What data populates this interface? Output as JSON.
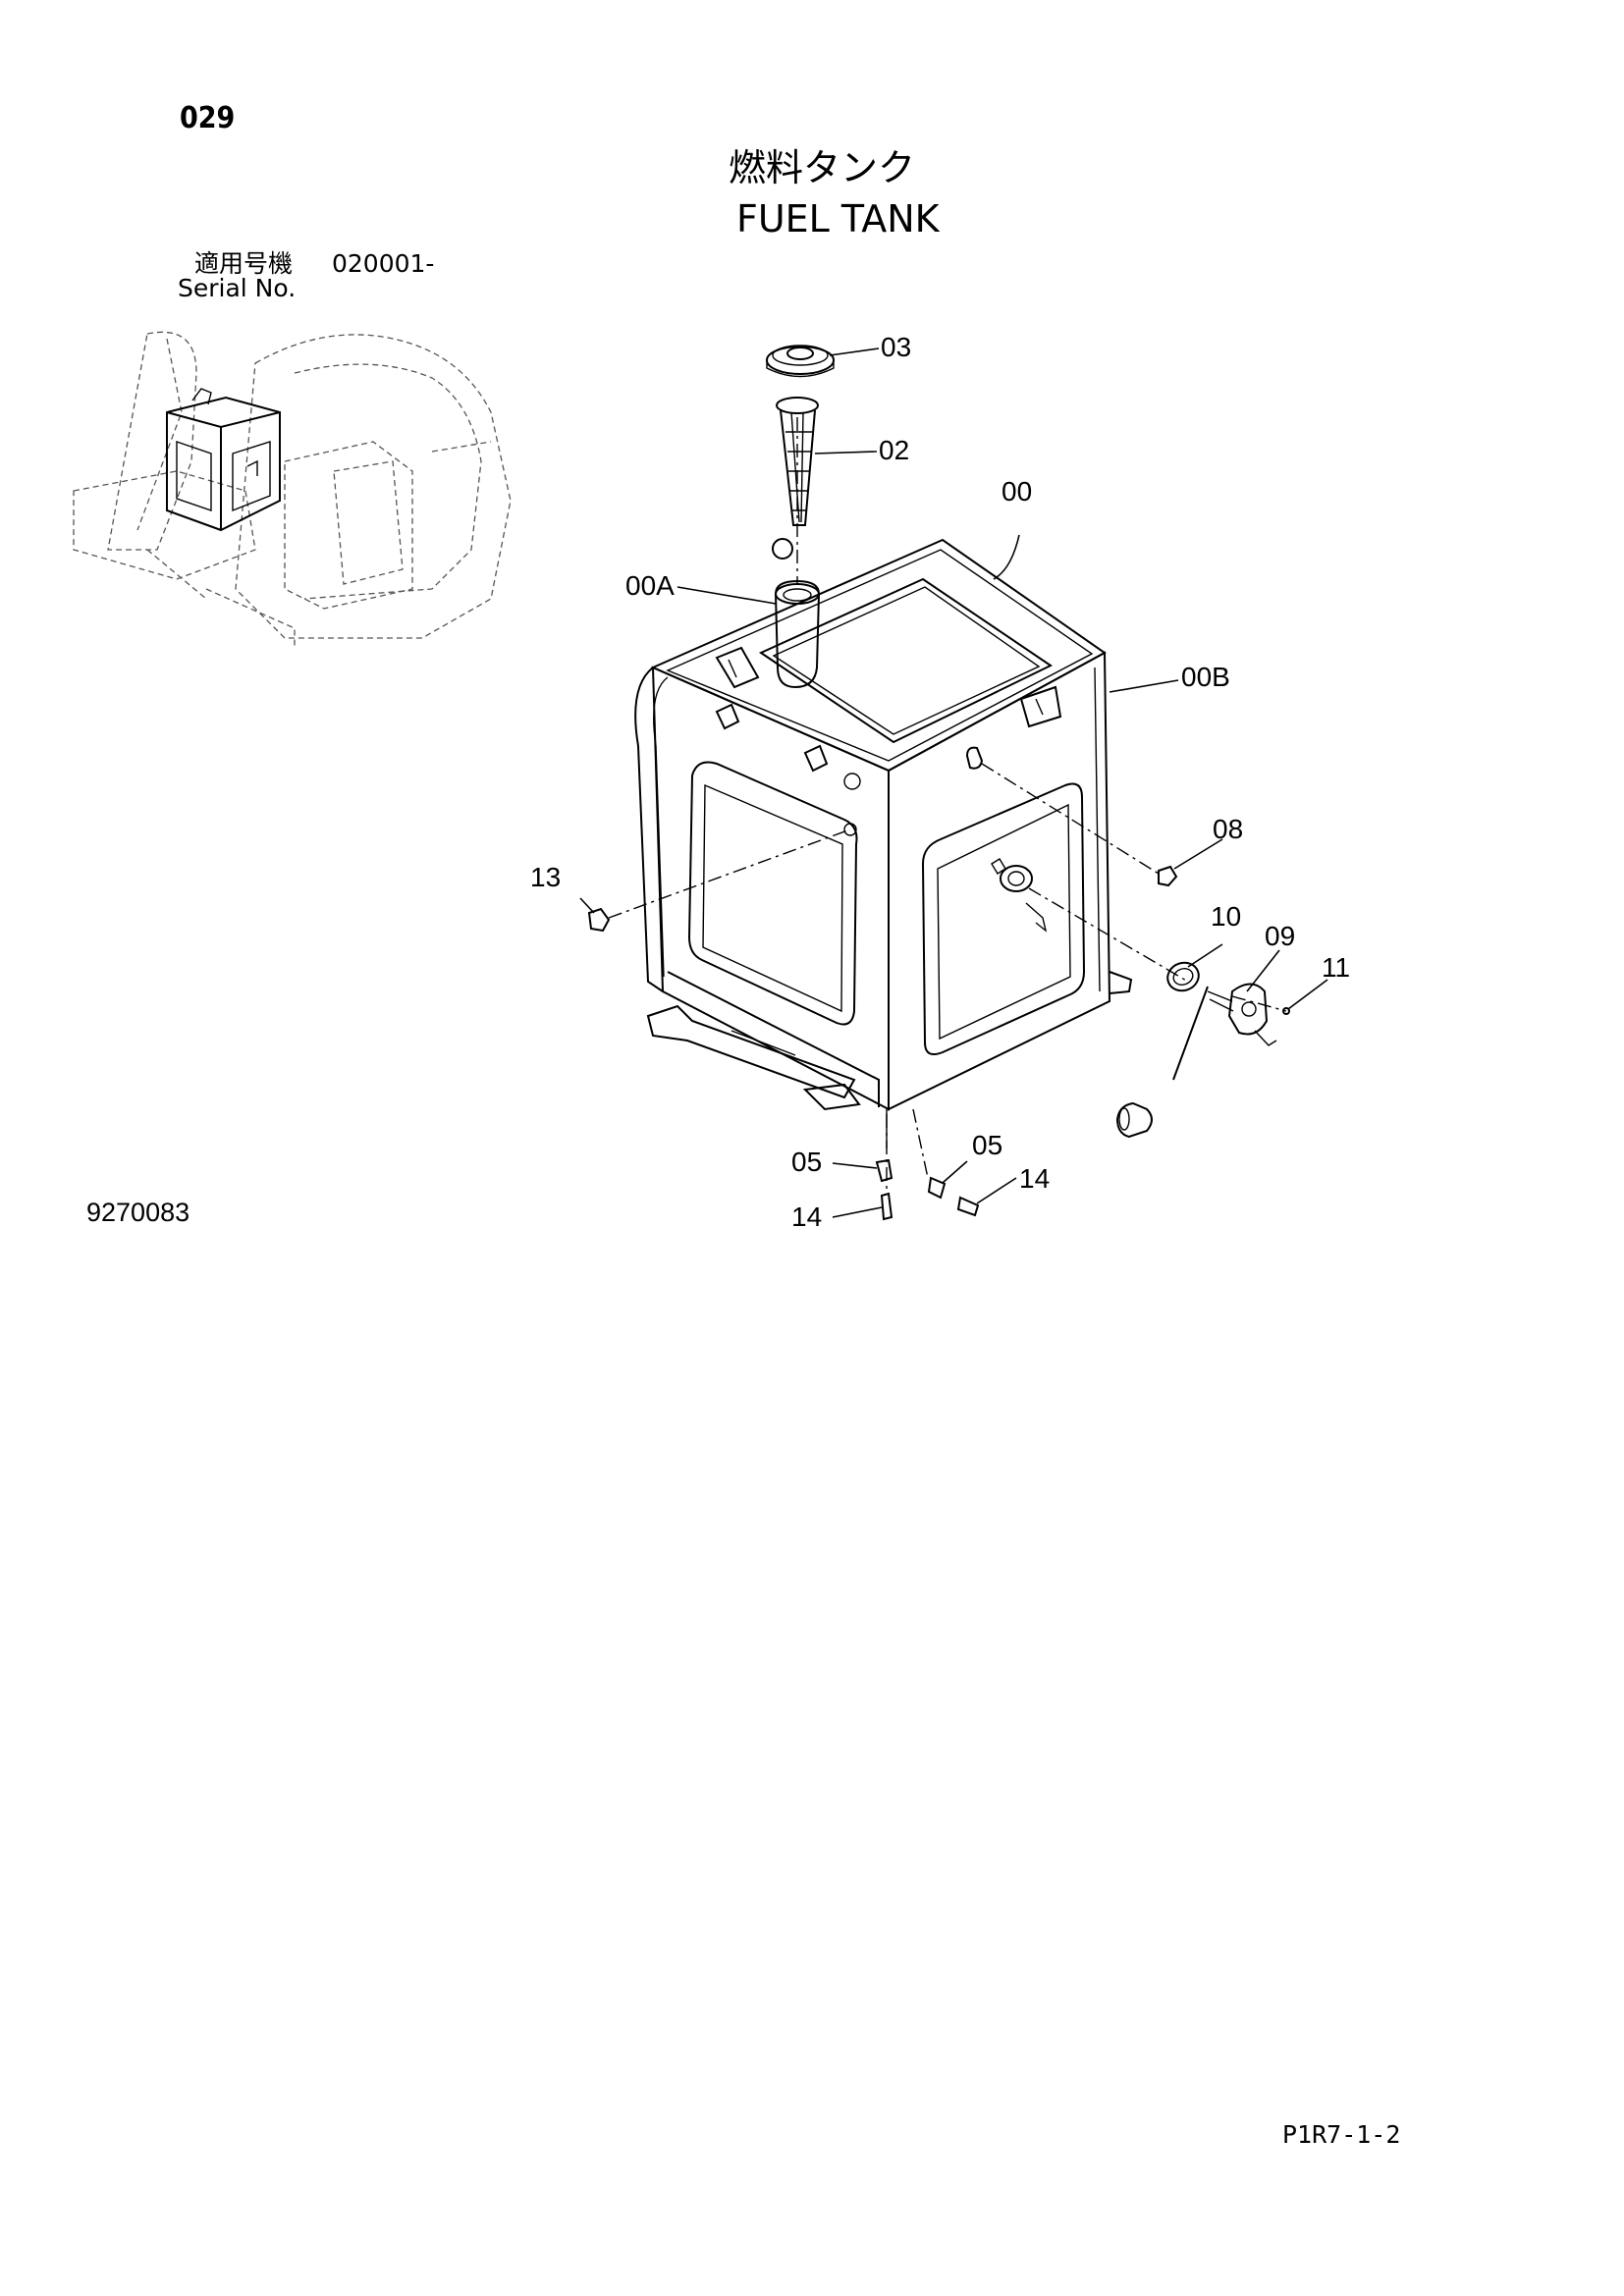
{
  "page": {
    "number": "029",
    "title_jp": "燃料タンク",
    "title_en": "FUEL TANK",
    "serial_label_jp": "適用号機",
    "serial_from": "020001-",
    "serial_label_en": "Serial No.",
    "drawing_number": "9270083",
    "page_ref": "P1R7-1-2"
  },
  "callouts": [
    "03",
    "02",
    "00",
    "00A",
    "00B",
    "08",
    "13",
    "10",
    "09",
    "11",
    "05",
    "05",
    "14",
    "14"
  ],
  "icons": [
    "fuel-tank-drawing",
    "locator-thumbnail"
  ]
}
